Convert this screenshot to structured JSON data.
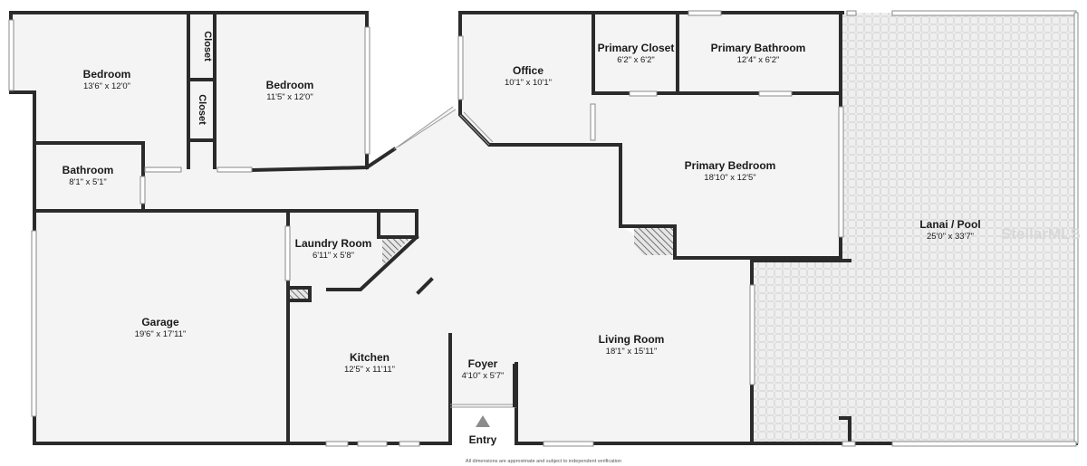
{
  "rooms": {
    "bedroom_1": {
      "name": "Bedroom",
      "dims": "13'6\" x 12'0\""
    },
    "bedroom_2": {
      "name": "Bedroom",
      "dims": "11'5\" x 12'0\""
    },
    "closet_1": {
      "name": "Closet"
    },
    "closet_2": {
      "name": "Closet"
    },
    "bathroom": {
      "name": "Bathroom",
      "dims": "8'1\" x 5'1\""
    },
    "office": {
      "name": "Office",
      "dims": "10'1\" x 10'1\""
    },
    "primary_closet": {
      "name": "Primary Closet",
      "dims": "6'2\" x 6'2\""
    },
    "primary_bathroom": {
      "name": "Primary Bathroom",
      "dims": "12'4\" x 6'2\""
    },
    "primary_bedroom": {
      "name": "Primary Bedroom",
      "dims": "18'10\" x 12'5\""
    },
    "lanai_pool": {
      "name": "Lanai / Pool",
      "dims": "25'0\" x 33'7\""
    },
    "laundry_room": {
      "name": "Laundry Room",
      "dims": "6'11\" x 5'8\""
    },
    "garage": {
      "name": "Garage",
      "dims": "19'6\" x 17'11\""
    },
    "kitchen": {
      "name": "Kitchen",
      "dims": "12'5\" x 11'11\""
    },
    "foyer": {
      "name": "Foyer",
      "dims": "4'10\" x 5'7\""
    },
    "living_room": {
      "name": "Living Room",
      "dims": "18'1\" x 15'11\""
    }
  },
  "entry": {
    "label": "Entry"
  },
  "watermark": "StellarMLS",
  "disclaimer": "All dimensions are approximate and subject to independent verification",
  "colors": {
    "floor": "#f4f4f4",
    "wall": "#2b2b2b",
    "lanai": "#efefef",
    "hatch": "#555555"
  }
}
